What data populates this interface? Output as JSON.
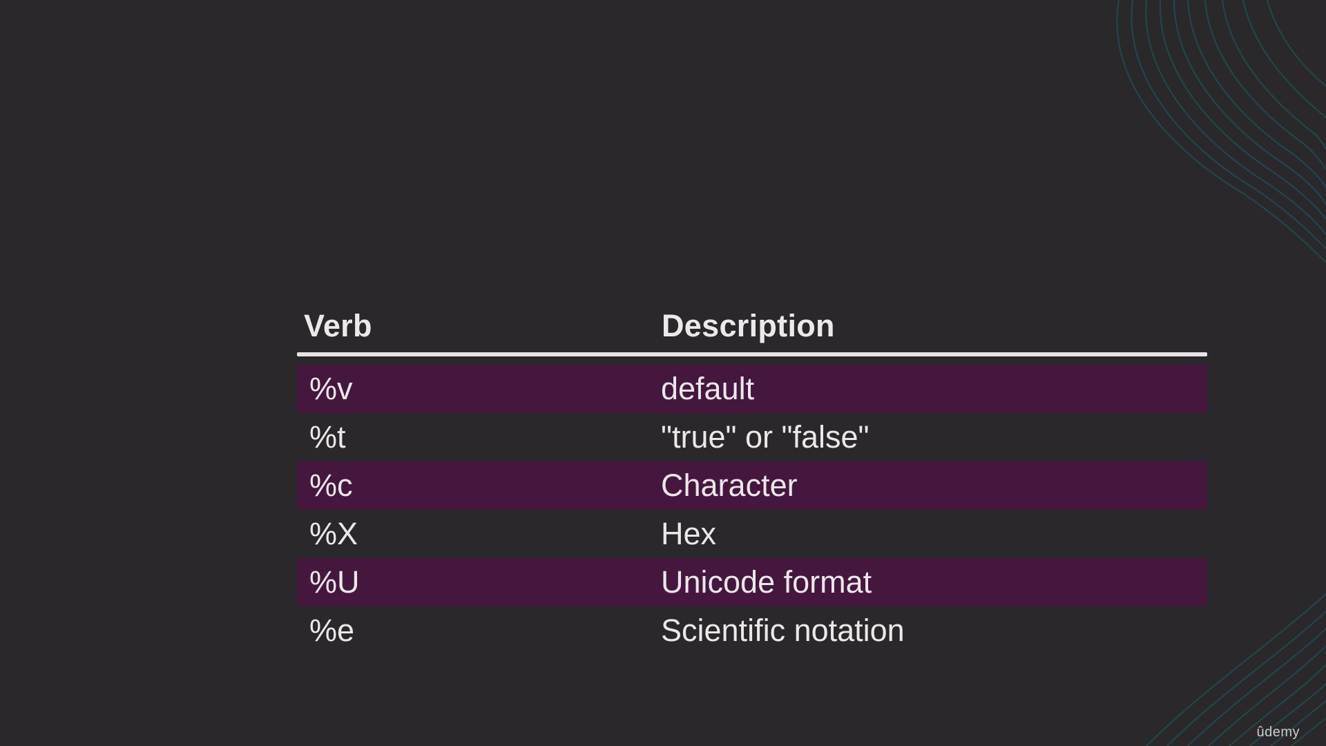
{
  "table": {
    "headers": {
      "verb": "Verb",
      "description": "Description"
    },
    "rows": [
      {
        "verb": "%v",
        "description": "default",
        "highlighted": true
      },
      {
        "verb": "%t",
        "description": "\"true\" or \"false\"",
        "highlighted": false
      },
      {
        "verb": "%c",
        "description": "Character",
        "highlighted": true
      },
      {
        "verb": "%X",
        "description": "Hex",
        "highlighted": false
      },
      {
        "verb": "%U",
        "description": "Unicode format",
        "highlighted": true
      },
      {
        "verb": "%e",
        "description": "Scientific notation",
        "highlighted": false
      }
    ]
  },
  "branding": {
    "logo_text": "ûdemy"
  },
  "colors": {
    "background": "#2a282b",
    "row_highlight": "#45173f",
    "text": "#ece8ea",
    "decor_lines": "#1f4a52"
  }
}
